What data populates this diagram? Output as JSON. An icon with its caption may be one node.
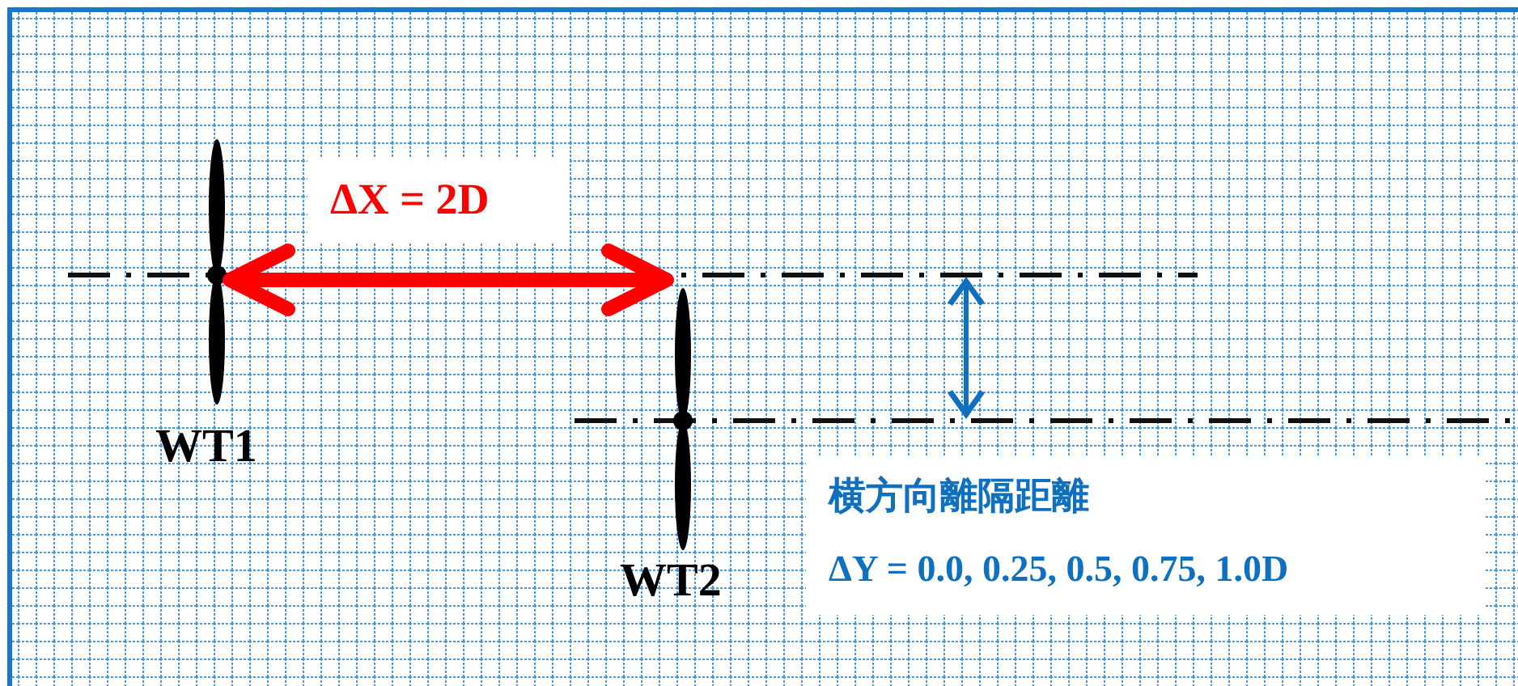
{
  "diagram": {
    "labels": [
      "ΔX = 2D",
      "WT1",
      "WT2",
      "横方向離隔距離",
      "ΔY = 0.0, 0.25, 0.5, 0.75, 1.0D"
    ]
  }
}
